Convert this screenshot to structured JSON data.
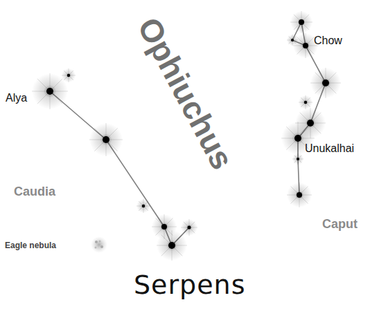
{
  "diagram": {
    "title": "Serpens",
    "labels": [
      "Ophiuchus",
      "Chow",
      "Alya",
      "Unukalhai",
      "Caudia",
      "Caput",
      "Eagle nebula"
    ]
  }
}
